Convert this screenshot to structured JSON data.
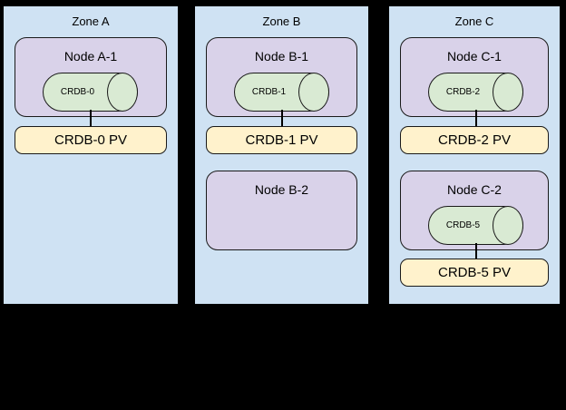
{
  "canvas": {
    "background": "#000000"
  },
  "colors": {
    "zone_fill": "#cfe2f3",
    "node_fill": "#d9d2e9",
    "pod_fill": "#d9ead3",
    "pv_fill": "#fff2cc",
    "outline": "#1a1a1a"
  },
  "zones": [
    {
      "title": "Zone A",
      "stacks": [
        {
          "node": "Node A-1",
          "pod": "CRDB-0",
          "pv": "CRDB-0 PV"
        }
      ]
    },
    {
      "title": "Zone B",
      "stacks": [
        {
          "node": "Node B-1",
          "pod": "CRDB-1",
          "pv": "CRDB-1 PV"
        }
      ],
      "empty_node": "Node B-2"
    },
    {
      "title": "Zone C",
      "stacks": [
        {
          "node": "Node C-1",
          "pod": "CRDB-2",
          "pv": "CRDB-2 PV"
        },
        {
          "node": "Node C-2",
          "pod": "CRDB-5",
          "pv": "CRDB-5 PV"
        }
      ]
    }
  ]
}
